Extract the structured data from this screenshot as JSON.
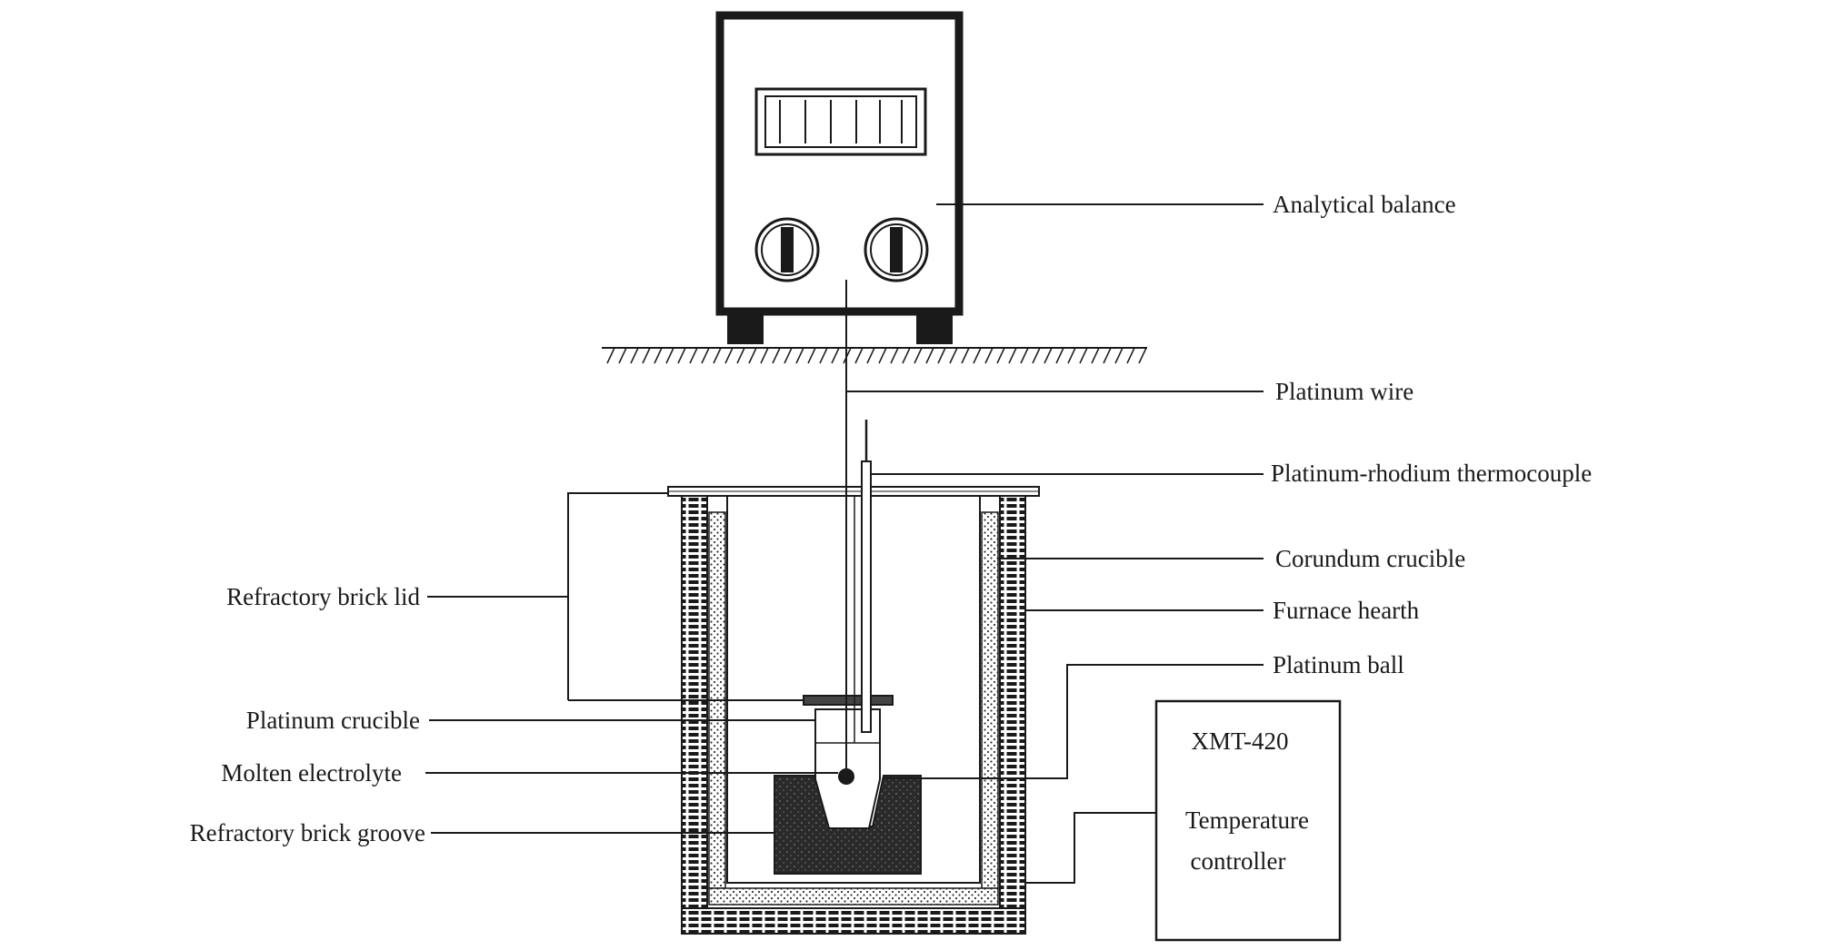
{
  "labels": {
    "analytical_balance": "Analytical balance",
    "platinum_wire": "Platinum wire",
    "thermocouple": "Platinum-rhodium thermocouple",
    "corundum_crucible": "Corundum crucible",
    "furnace_hearth": "Furnace hearth",
    "platinum_ball": "Platinum ball",
    "refractory_brick_lid": "Refractory brick lid",
    "platinum_crucible": "Platinum crucible",
    "molten_electrolyte": "Molten electrolyte",
    "refractory_brick_groove": "Refractory brick groove"
  },
  "controller": {
    "model": "XMT-420",
    "line1": "Temperature",
    "line2": "controller"
  }
}
